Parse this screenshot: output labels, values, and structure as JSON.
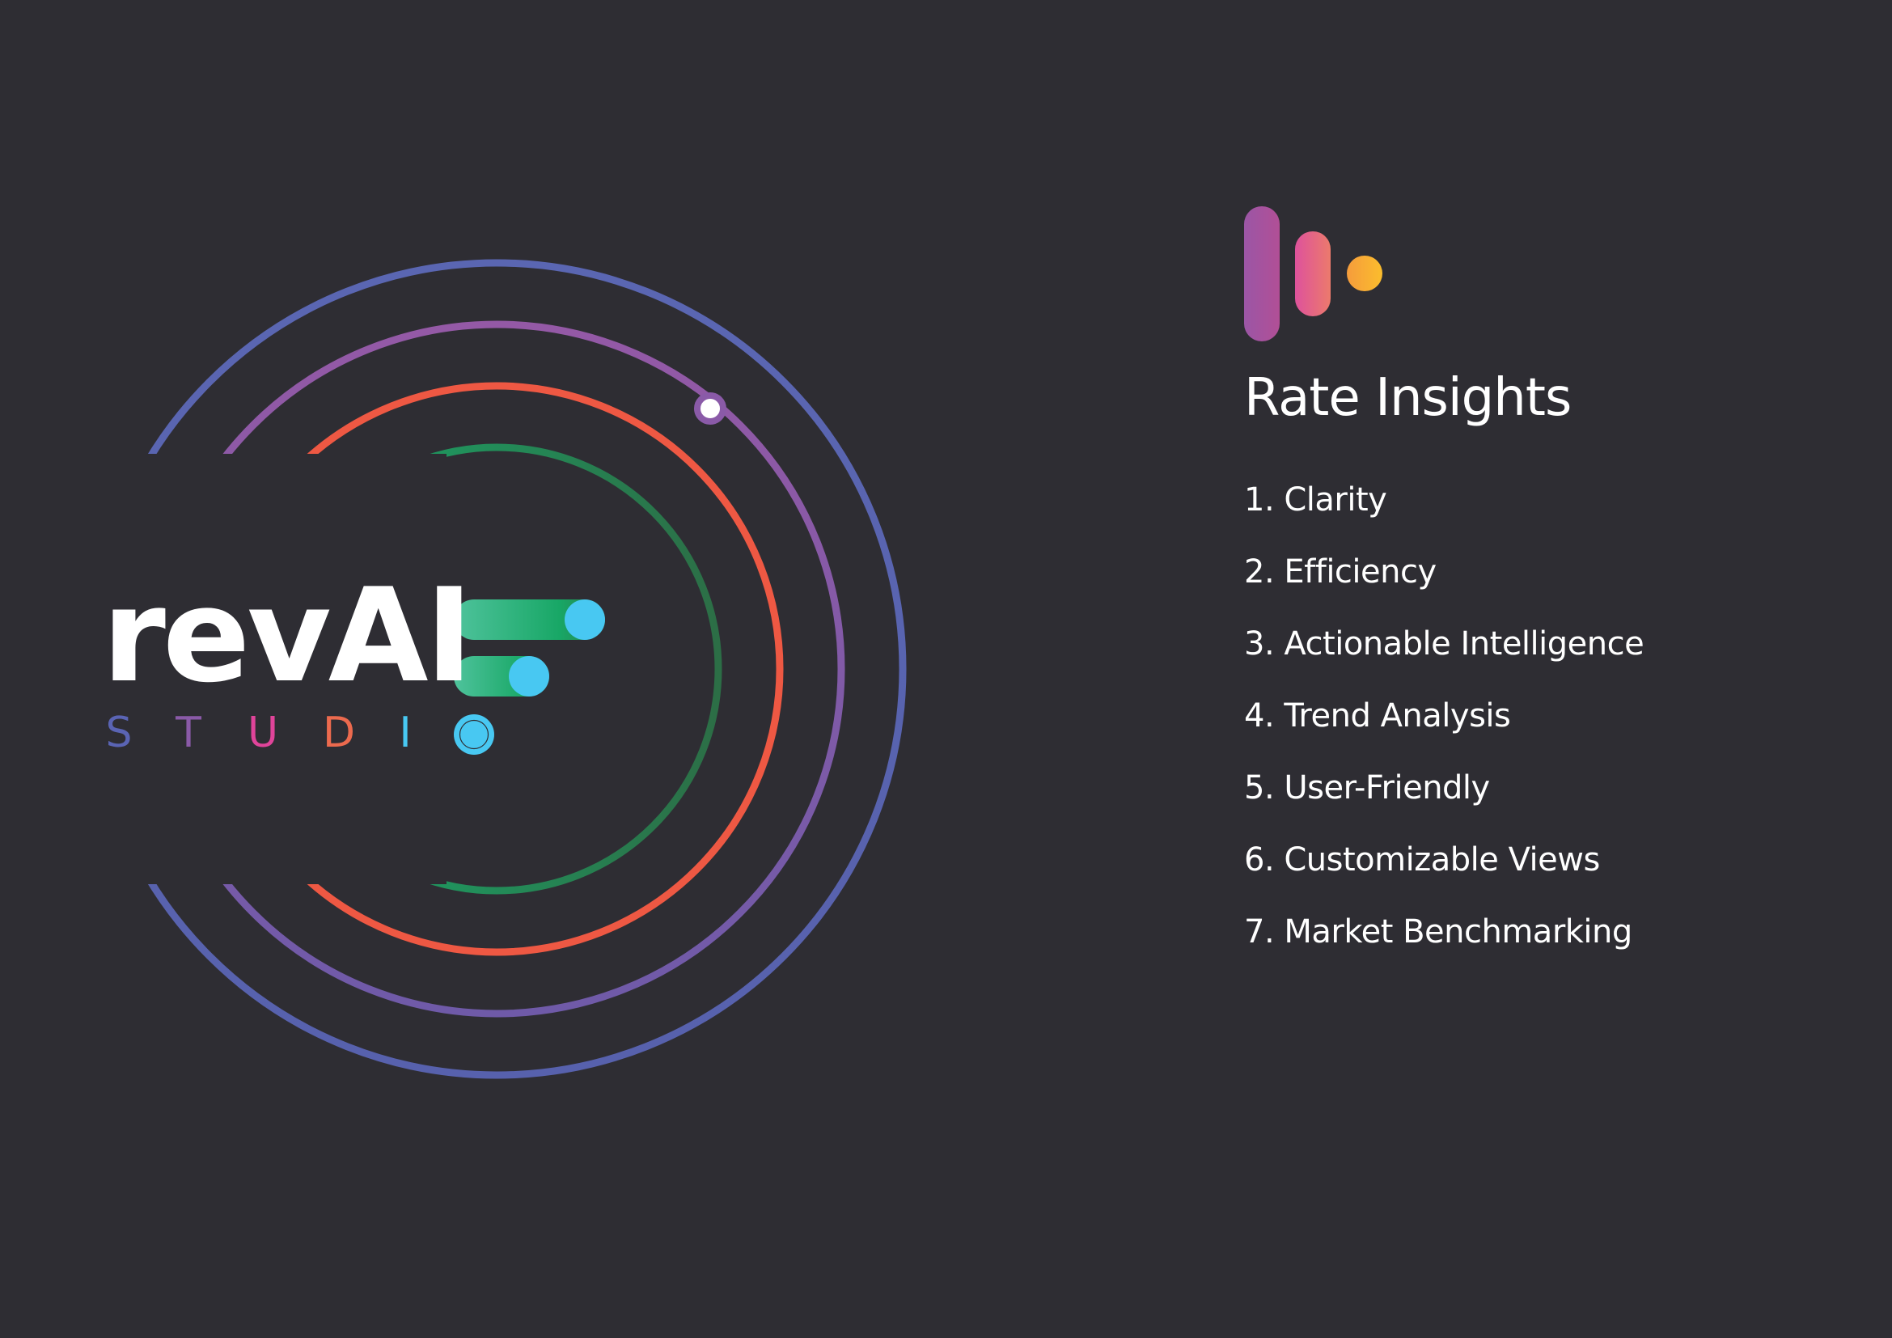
{
  "theme": {
    "background": "#2e2d33",
    "text": "#ffffff",
    "ring_colors": {
      "outer": "#5a64b0",
      "second": "#9159a6",
      "third": "#ee5843",
      "inner_start": "#19a86a",
      "inner_end": "#2c6e46"
    },
    "connector_color": "#8559a8",
    "toggle_gradient": [
      "#4fc39c",
      "#18a766",
      "#2b7c4a"
    ],
    "toggle_knob": "#48c8f2",
    "icon_gradient": {
      "bar1": [
        "#9b56a6",
        "#b14f96"
      ],
      "bar2": [
        "#de529c",
        "#ec7a6c"
      ],
      "dot": [
        "#f59c3c",
        "#fbbd2d"
      ]
    }
  },
  "logo": {
    "wordmark": "revAI",
    "subtitle_letters": [
      {
        "char": "S",
        "color": "#5a64b4"
      },
      {
        "char": "T",
        "color": "#8a5aa8"
      },
      {
        "char": "U",
        "color": "#e0449a"
      },
      {
        "char": "D",
        "color": "#ec6a4e"
      },
      {
        "char": "I",
        "color": "#48c8f2"
      }
    ],
    "subtitle_full": "STUDIO"
  },
  "insights": {
    "title": "Rate Insights",
    "items": [
      "1. Clarity",
      "2. Efficiency",
      "3. Actionable Intelligence",
      "4. Trend Analysis",
      "5. User-Friendly",
      "6. Customizable Views",
      "7. Market Benchmarking"
    ]
  }
}
